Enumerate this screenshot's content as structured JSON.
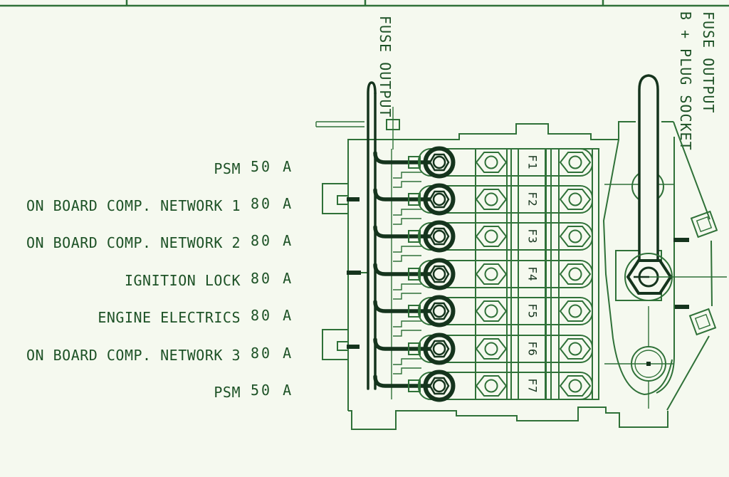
{
  "colors": {
    "background": "#f5f9ef",
    "line_green": "#2f7138",
    "dark_green": "#15341d",
    "text_green": "#1d5226"
  },
  "annotations": {
    "center_bus_label": "FUSE OUTPUT",
    "right_bus_label_line1": "FUSE OUTPUT",
    "right_bus_label_line2": "B + PLUG SOCKET"
  },
  "fuses": [
    {
      "id": "F1",
      "label": "PSM",
      "amps": "50 A"
    },
    {
      "id": "F2",
      "label": "ON BOARD COMP. NETWORK 1",
      "amps": "80 A"
    },
    {
      "id": "F3",
      "label": "ON BOARD COMP. NETWORK 2",
      "amps": "80 A"
    },
    {
      "id": "F4",
      "label": "IGNITION LOCK",
      "amps": "80 A"
    },
    {
      "id": "F5",
      "label": "ENGINE ELECTRICS",
      "amps": "80 A"
    },
    {
      "id": "F6",
      "label": "ON BOARD COMP. NETWORK 3",
      "amps": "80 A"
    },
    {
      "id": "F7",
      "label": "PSM",
      "amps": "50 A"
    }
  ]
}
